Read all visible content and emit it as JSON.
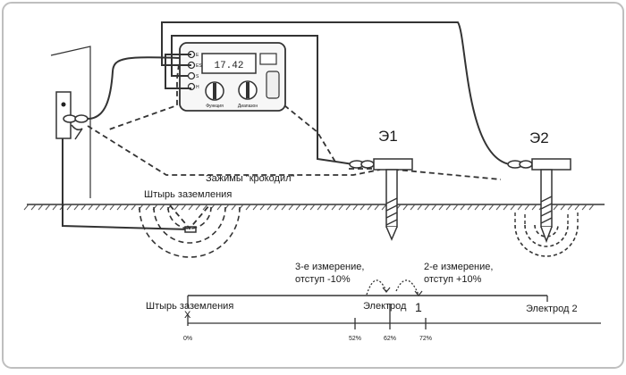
{
  "labels": {
    "electrode_e1": "Э1",
    "electrode_e2": "Э2",
    "clips": "Зажимы \"крокодил\"",
    "ground_rod_top": "Штырь заземления",
    "measurement3_line1": "3-е измерение,",
    "measurement3_line2": "отступ  -10%",
    "measurement2_line1": "2-е измерение,",
    "measurement2_line2": "отступ  +10%",
    "ground_rod_bottom": "Штырь заземления",
    "electrode1_word": "Электрод",
    "electrode1_num": "1",
    "electrode2": "Электрод  2",
    "x_mark": "X",
    "pct_0": "0%",
    "pct_52": "52%",
    "pct_62": "62%",
    "pct_72": "72%"
  },
  "meter": {
    "display": "17.42",
    "knob_left_label": "Функция",
    "knob_right_label": "Диапазон",
    "terminals": [
      "E",
      "ES",
      "S",
      "H"
    ]
  },
  "colors": {
    "line": "#333333",
    "background": "#ffffff",
    "frame": "#bfbfbf"
  }
}
